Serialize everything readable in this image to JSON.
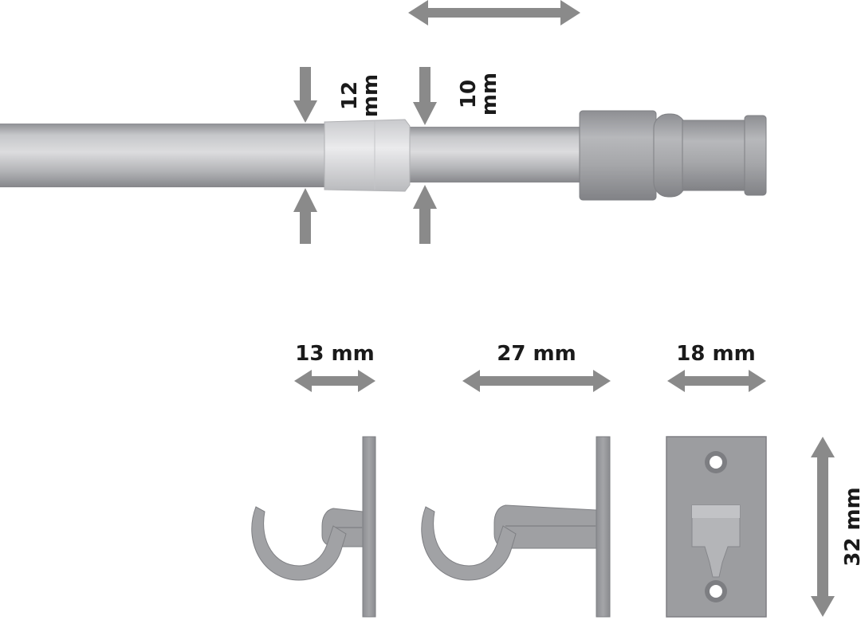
{
  "dimensions": {
    "rod_outer_diameter": "12 mm",
    "rod_inner_diameter": "10 mm",
    "bracket_short_depth": "13 mm",
    "bracket_long_depth": "27 mm",
    "plate_width": "18 mm",
    "plate_height": "32 mm"
  },
  "colors": {
    "arrow": "#8a8a8a",
    "metal_light": "#d2d2d4",
    "metal_mid": "#a9aaad",
    "metal_dark": "#85868a",
    "label": "#1a1a1a"
  }
}
